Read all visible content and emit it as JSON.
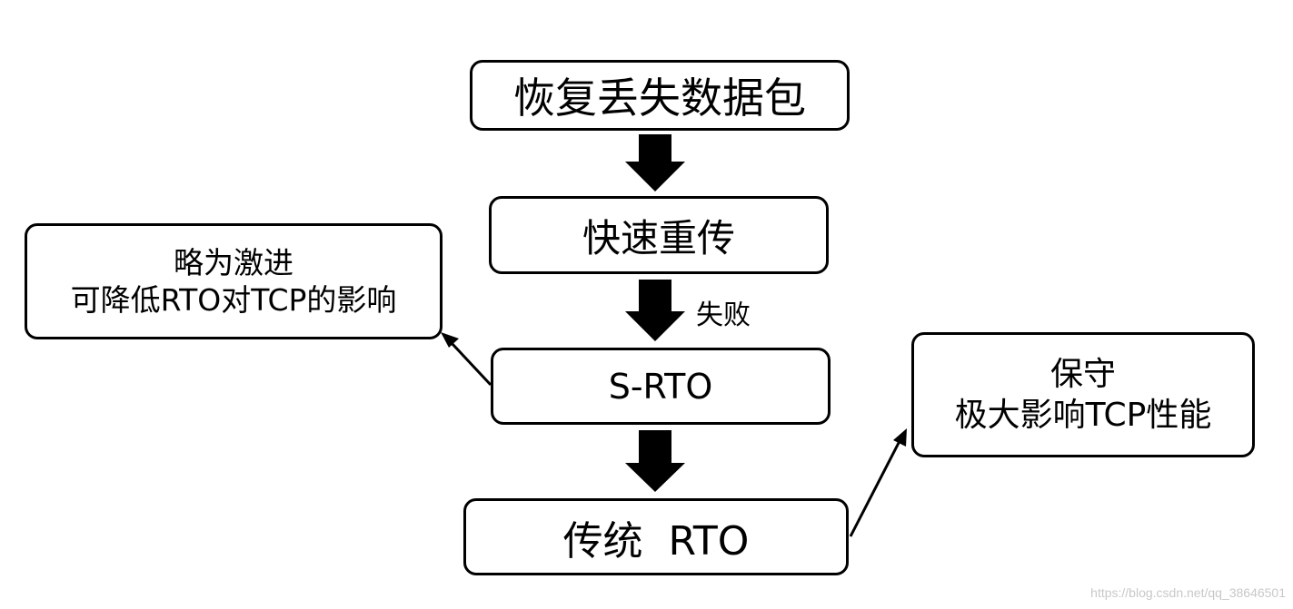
{
  "nodes": {
    "recover": "恢复丢失数据包",
    "fast_retransmit": "快速重传",
    "srto": "S-RTO",
    "traditional_rto": "传统  RTO",
    "aggressive": {
      "line1": "略为激进",
      "line2": "可降低RTO对TCP的影响"
    },
    "conservative": {
      "line1": "保守",
      "line2": "极大影响TCP性能"
    }
  },
  "edges": {
    "failure_label": "失败"
  },
  "watermark": "https://blog.csdn.net/qq_38646501"
}
